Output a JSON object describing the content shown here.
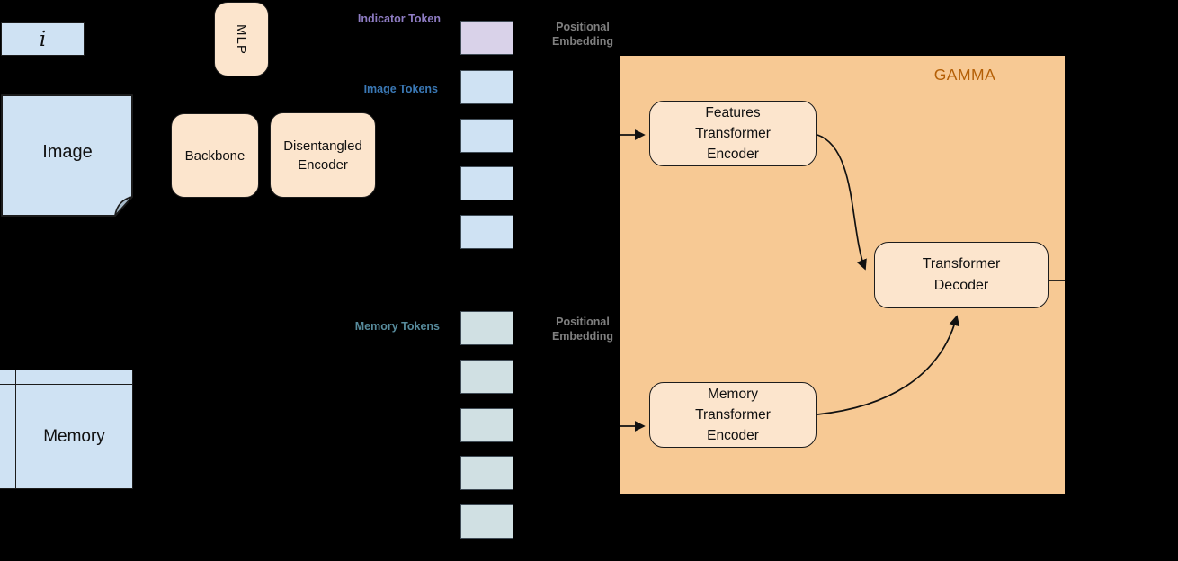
{
  "colors": {
    "background": "#000000",
    "light_blue": "#cfe2f3",
    "peach": "#fce5cd",
    "gamma_orange": "#f7c994",
    "indicator_purple": "#d9d2e9",
    "memory_cyan": "#d0e0e3",
    "indicator_label": "#8e7cc3",
    "image_label": "#3a78b5",
    "memory_label": "#578b9c",
    "positional_label": "#7f7f7f",
    "gamma_title": "#b45f06",
    "stroke": "#1c1c1c",
    "fold": "#a9bccb"
  },
  "inputs": {
    "indicator_symbol": "i",
    "image_label": "Image",
    "memory_label": "Memory"
  },
  "preprocess": {
    "mlp": "MLP",
    "backbone": "Backbone",
    "disentangled_encoder": "Disentangled\nEncoder"
  },
  "tokens": {
    "indicator_label": "Indicator Token",
    "image_label": "Image Tokens",
    "memory_label": "Memory Tokens",
    "positional_embedding_top": "Positional\nEmbedding",
    "positional_embedding_bottom": "Positional\nEmbedding",
    "indicator_count": 1,
    "image_count": 4,
    "memory_count": 5
  },
  "gamma": {
    "title": "GAMMA",
    "features_encoder": "Features\nTransformer\nEncoder",
    "memory_encoder": "Memory\nTransformer\nEncoder",
    "decoder": "Transformer\nDecoder"
  }
}
